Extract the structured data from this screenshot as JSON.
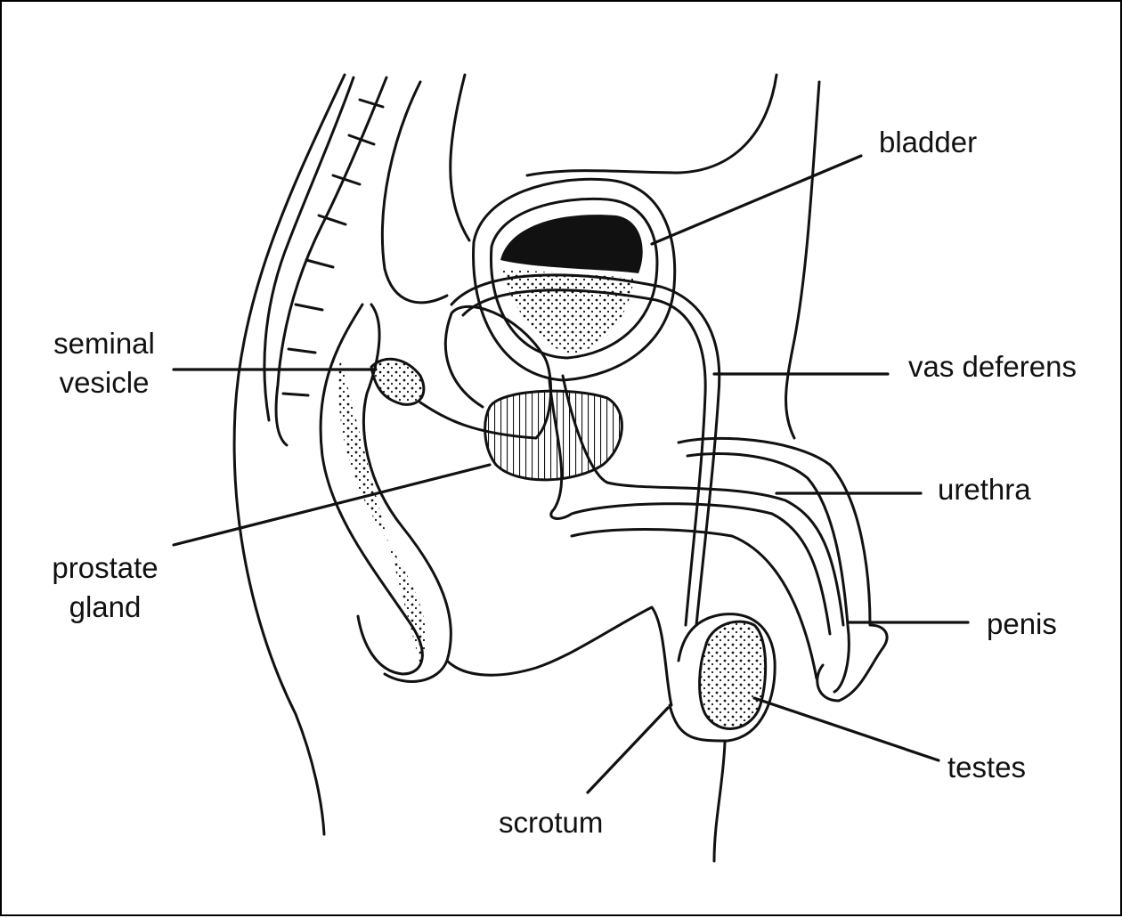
{
  "labels": {
    "bladder": "bladder",
    "seminal_vesicle_1": "seminal",
    "seminal_vesicle_2": "vesicle",
    "vas_deferens": "vas deferens",
    "urethra": "urethra",
    "prostate_1": "prostate",
    "prostate_2": "gland",
    "penis": "penis",
    "testes": "testes",
    "scrotum": "scrotum"
  },
  "colors": {
    "ink": "#111111",
    "background": "#ffffff"
  }
}
